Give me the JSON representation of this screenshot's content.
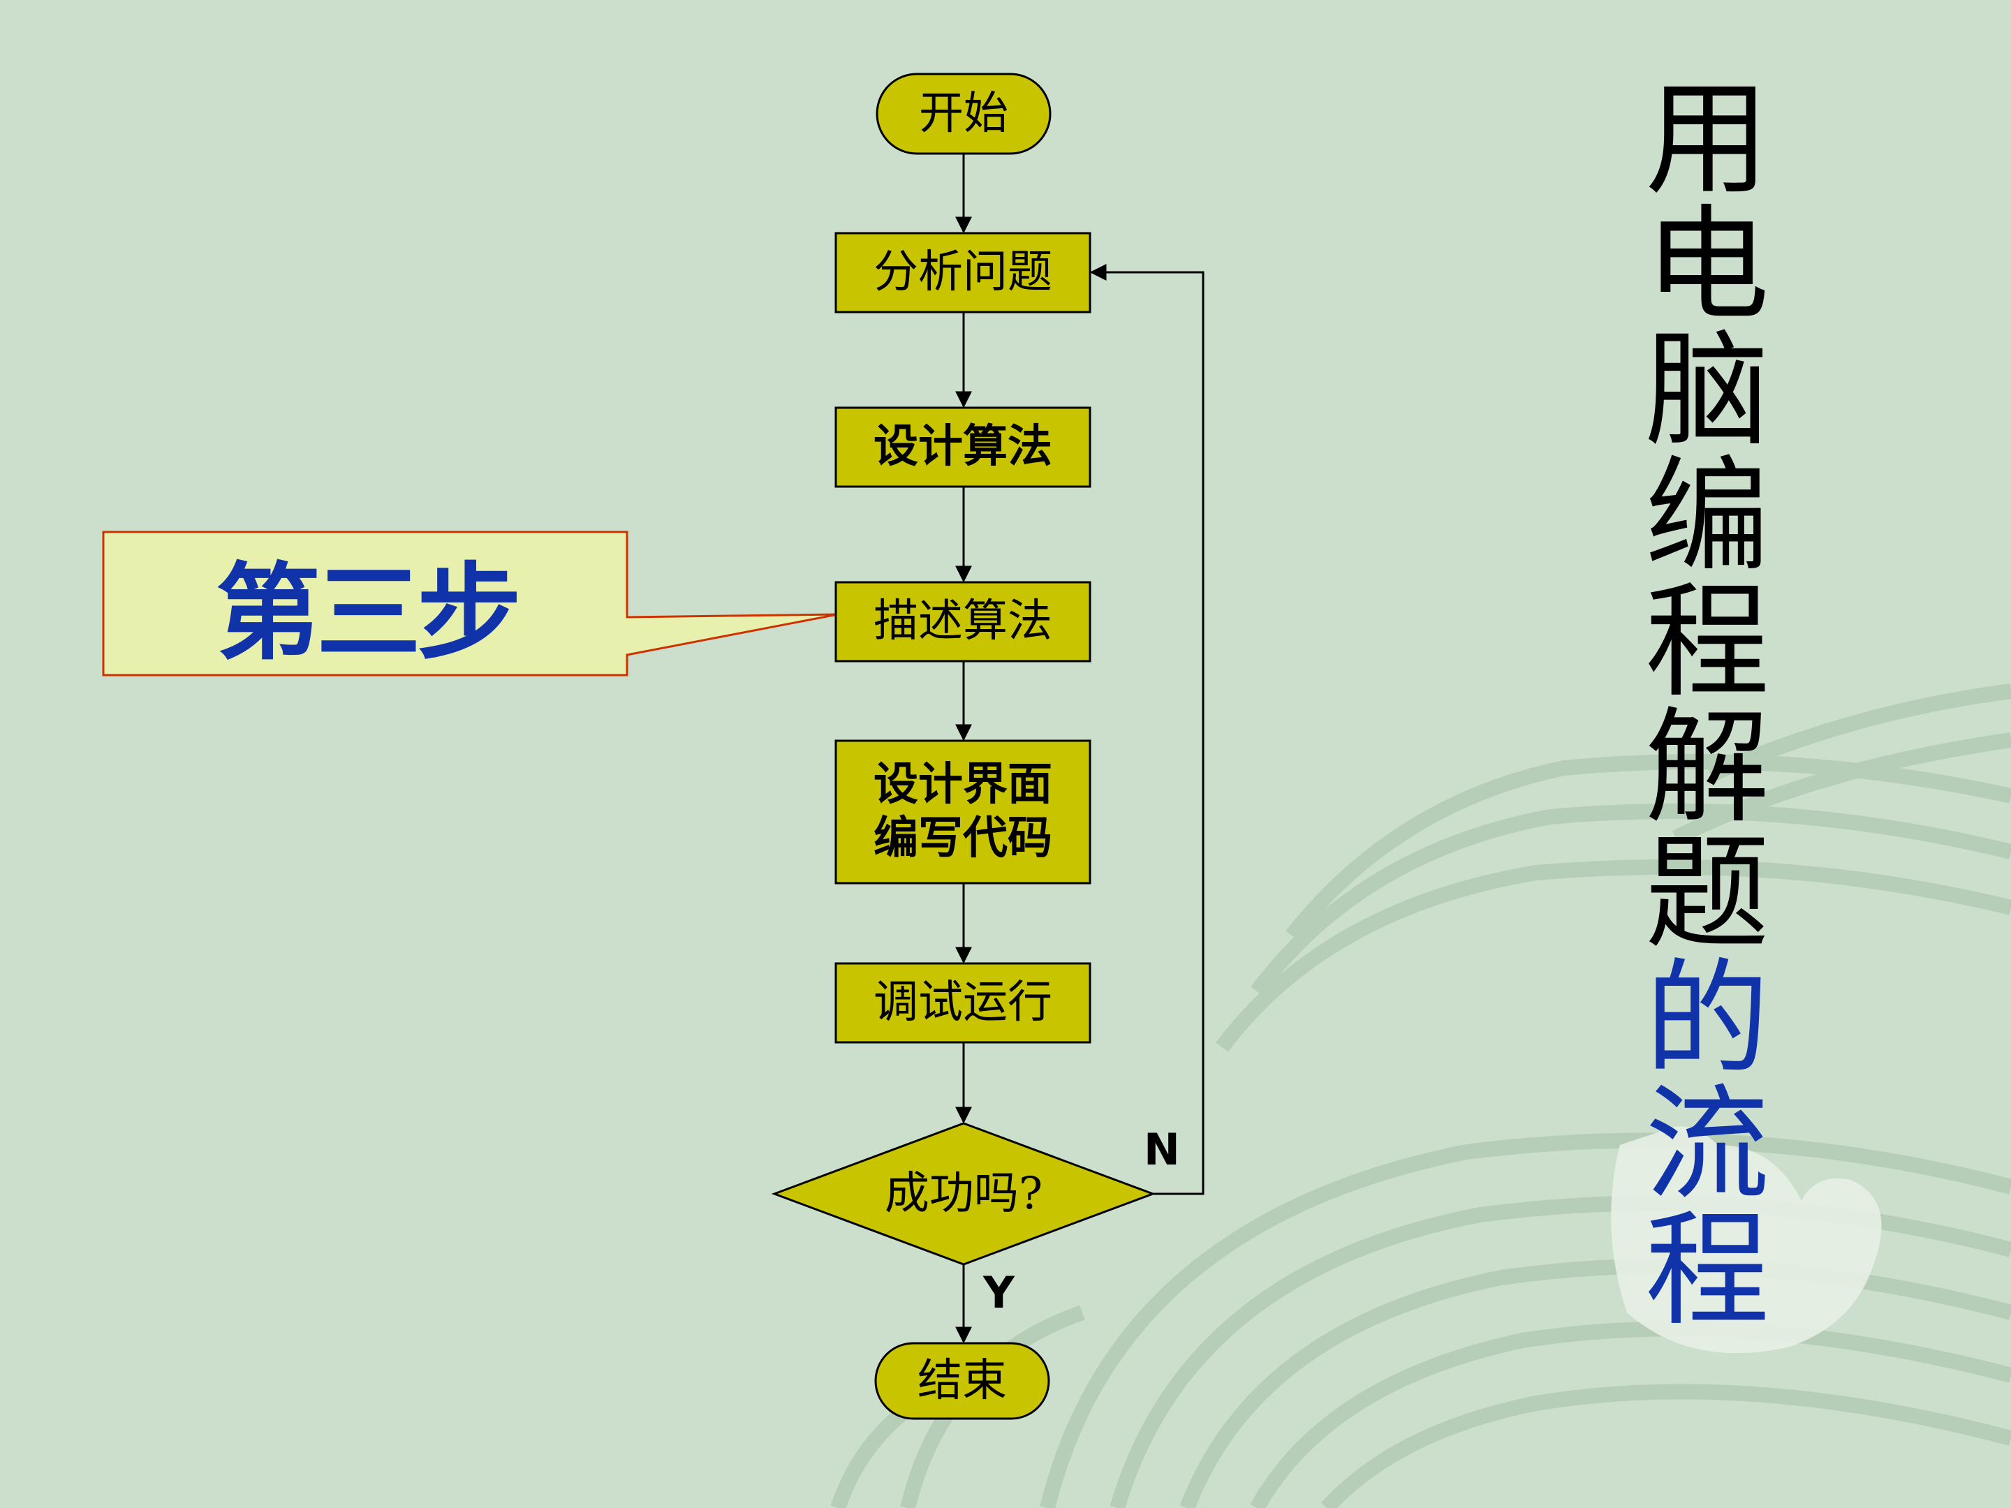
{
  "flowchart": {
    "start": "开始",
    "steps": [
      "分析问题",
      "设计算法",
      "描述算法",
      "设计界面",
      "编写代码",
      "调试运行"
    ],
    "decision": "成功吗?",
    "end": "结束",
    "no_label": "N",
    "yes_label": "Y"
  },
  "callout": {
    "text": "第三步"
  },
  "title": {
    "part1": "用电脑编程解题",
    "part2": "的流程"
  },
  "colors": {
    "background": "#cbdfcc",
    "node_fill": "#c9c400",
    "callout_fill": "#e8f0ad",
    "callout_border": "#cc3300",
    "blue_text": "#1133aa"
  }
}
